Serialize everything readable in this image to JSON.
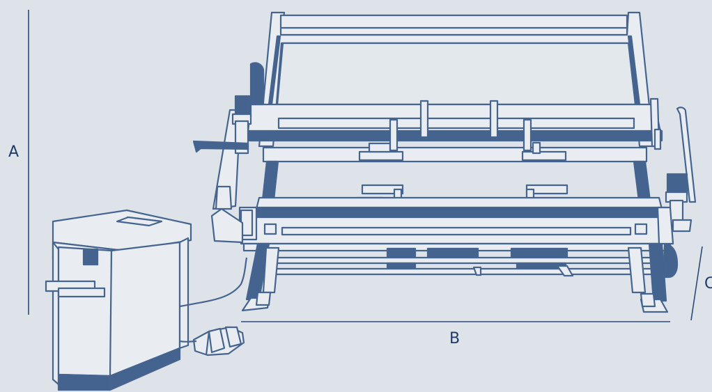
{
  "dimensions": {
    "a": "A",
    "b": "B",
    "c": "C"
  },
  "colors": {
    "background": "#dde3e9",
    "line": "#45648f",
    "dark": "#44648f",
    "fill": "#e9edf1",
    "label": "#1f3b66"
  }
}
